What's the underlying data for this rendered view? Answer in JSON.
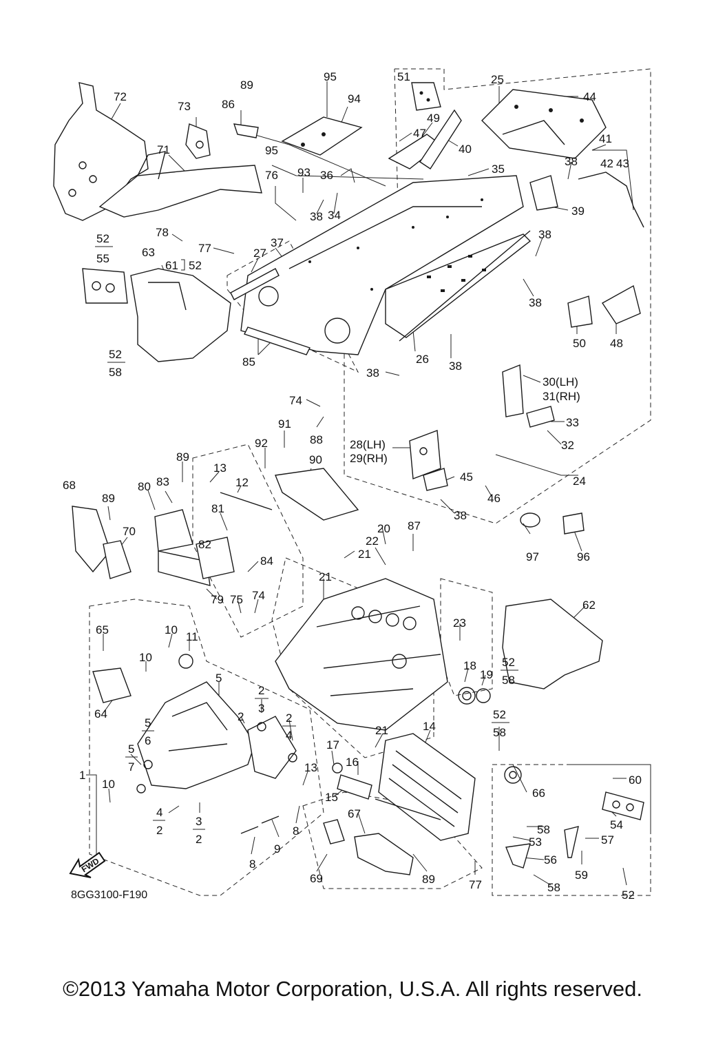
{
  "diagram": {
    "reference_code": "8GG3100-F190",
    "direction_label": "FWD",
    "copyright": "©2013 Yamaha Motor Corporation, U.S.A. All rights reserved.",
    "callouts": [
      {
        "id": "c72",
        "text": "72"
      },
      {
        "id": "c73",
        "text": "73"
      },
      {
        "id": "c86",
        "text": "86"
      },
      {
        "id": "c89a",
        "text": "89"
      },
      {
        "id": "c95a",
        "text": "95"
      },
      {
        "id": "c94",
        "text": "94"
      },
      {
        "id": "c51",
        "text": "51"
      },
      {
        "id": "c25",
        "text": "25"
      },
      {
        "id": "c44",
        "text": "44"
      },
      {
        "id": "c49",
        "text": "49"
      },
      {
        "id": "c47",
        "text": "47"
      },
      {
        "id": "c40",
        "text": "40"
      },
      {
        "id": "c41",
        "text": "41"
      },
      {
        "id": "c42",
        "text": "42"
      },
      {
        "id": "c43",
        "text": "43"
      },
      {
        "id": "c38a",
        "text": "38"
      },
      {
        "id": "c71",
        "text": "71"
      },
      {
        "id": "c95b",
        "text": "95"
      },
      {
        "id": "c93",
        "text": "93"
      },
      {
        "id": "c36",
        "text": "36"
      },
      {
        "id": "c35",
        "text": "35"
      },
      {
        "id": "c76",
        "text": "76"
      },
      {
        "id": "c38b",
        "text": "38"
      },
      {
        "id": "c34",
        "text": "34"
      },
      {
        "id": "c39",
        "text": "39"
      },
      {
        "id": "c78",
        "text": "78"
      },
      {
        "id": "c52a",
        "text": "52"
      },
      {
        "id": "c55",
        "text": "55"
      },
      {
        "id": "c37",
        "text": "37"
      },
      {
        "id": "c77a",
        "text": "77"
      },
      {
        "id": "c38c",
        "text": "38"
      },
      {
        "id": "c63",
        "text": "63"
      },
      {
        "id": "c61",
        "text": "61"
      },
      {
        "id": "c52b",
        "text": "52"
      },
      {
        "id": "c27",
        "text": "27"
      },
      {
        "id": "c38d",
        "text": "38"
      },
      {
        "id": "c50",
        "text": "50"
      },
      {
        "id": "c48",
        "text": "48"
      },
      {
        "id": "c52c",
        "text": "52"
      },
      {
        "id": "c58a",
        "text": "58"
      },
      {
        "id": "c85",
        "text": "85"
      },
      {
        "id": "c26",
        "text": "26"
      },
      {
        "id": "c38e",
        "text": "38"
      },
      {
        "id": "c38f",
        "text": "38"
      },
      {
        "id": "c30",
        "text": "30(LH)"
      },
      {
        "id": "c31",
        "text": "31(RH)"
      },
      {
        "id": "c74a",
        "text": "74"
      },
      {
        "id": "c33",
        "text": "33"
      },
      {
        "id": "c91",
        "text": "91"
      },
      {
        "id": "c88",
        "text": "88"
      },
      {
        "id": "c32",
        "text": "32"
      },
      {
        "id": "c92",
        "text": "92"
      },
      {
        "id": "c28",
        "text": "28(LH)"
      },
      {
        "id": "c29",
        "text": "29(RH)"
      },
      {
        "id": "c89b",
        "text": "89"
      },
      {
        "id": "c90",
        "text": "90"
      },
      {
        "id": "c24",
        "text": "24"
      },
      {
        "id": "c68",
        "text": "68"
      },
      {
        "id": "c13a",
        "text": "13"
      },
      {
        "id": "c12",
        "text": "12"
      },
      {
        "id": "c80",
        "text": "80"
      },
      {
        "id": "c83",
        "text": "83"
      },
      {
        "id": "c45",
        "text": "45"
      },
      {
        "id": "c46",
        "text": "46"
      },
      {
        "id": "c89c",
        "text": "89"
      },
      {
        "id": "c38g",
        "text": "38"
      },
      {
        "id": "c70",
        "text": "70"
      },
      {
        "id": "c81",
        "text": "81"
      },
      {
        "id": "c20",
        "text": "20"
      },
      {
        "id": "c87",
        "text": "87"
      },
      {
        "id": "c22",
        "text": "22"
      },
      {
        "id": "c21a",
        "text": "21"
      },
      {
        "id": "c82",
        "text": "82"
      },
      {
        "id": "c84",
        "text": "84"
      },
      {
        "id": "c97",
        "text": "97"
      },
      {
        "id": "c96",
        "text": "96"
      },
      {
        "id": "c79",
        "text": "79"
      },
      {
        "id": "c21b",
        "text": "21"
      },
      {
        "id": "c75",
        "text": "75"
      },
      {
        "id": "c74b",
        "text": "74"
      },
      {
        "id": "c62",
        "text": "62"
      },
      {
        "id": "c65",
        "text": "65"
      },
      {
        "id": "c10a",
        "text": "10"
      },
      {
        "id": "c11",
        "text": "11"
      },
      {
        "id": "c23",
        "text": "23"
      },
      {
        "id": "c10b",
        "text": "10"
      },
      {
        "id": "c18",
        "text": "18"
      },
      {
        "id": "c19",
        "text": "19"
      },
      {
        "id": "c5a",
        "text": "5"
      },
      {
        "id": "c52d",
        "text": "52"
      },
      {
        "id": "c58b",
        "text": "58"
      },
      {
        "id": "c64",
        "text": "64"
      },
      {
        "id": "c2a",
        "text": "2"
      },
      {
        "id": "c3a",
        "text": "3"
      },
      {
        "id": "c5b",
        "text": "5"
      },
      {
        "id": "c6",
        "text": "6"
      },
      {
        "id": "c2b",
        "text": "2"
      },
      {
        "id": "c4a",
        "text": "4"
      },
      {
        "id": "c52e",
        "text": "52"
      },
      {
        "id": "c58c",
        "text": "58"
      },
      {
        "id": "c14",
        "text": "14"
      },
      {
        "id": "c21c",
        "text": "21"
      },
      {
        "id": "c2c",
        "text": "2"
      },
      {
        "id": "c5c",
        "text": "5"
      },
      {
        "id": "c7",
        "text": "7"
      },
      {
        "id": "c17",
        "text": "17"
      },
      {
        "id": "c16",
        "text": "16"
      },
      {
        "id": "c13b",
        "text": "13"
      },
      {
        "id": "c1",
        "text": "1"
      },
      {
        "id": "c10c",
        "text": "10"
      },
      {
        "id": "c15",
        "text": "15"
      },
      {
        "id": "c66",
        "text": "66"
      },
      {
        "id": "c60",
        "text": "60"
      },
      {
        "id": "c4b",
        "text": "4"
      },
      {
        "id": "c3b",
        "text": "3"
      },
      {
        "id": "c2d",
        "text": "2"
      },
      {
        "id": "c2e",
        "text": "2"
      },
      {
        "id": "c8a",
        "text": "8"
      },
      {
        "id": "c9",
        "text": "9"
      },
      {
        "id": "c67",
        "text": "67"
      },
      {
        "id": "c54",
        "text": "54"
      },
      {
        "id": "c58d",
        "text": "58"
      },
      {
        "id": "c53",
        "text": "53"
      },
      {
        "id": "c57",
        "text": "57"
      },
      {
        "id": "c56",
        "text": "56"
      },
      {
        "id": "c8b",
        "text": "8"
      },
      {
        "id": "c69",
        "text": "69"
      },
      {
        "id": "c89d",
        "text": "89"
      },
      {
        "id": "c77b",
        "text": "77"
      },
      {
        "id": "c58e",
        "text": "58"
      },
      {
        "id": "c59",
        "text": "59"
      },
      {
        "id": "c52f",
        "text": "52"
      }
    ]
  }
}
